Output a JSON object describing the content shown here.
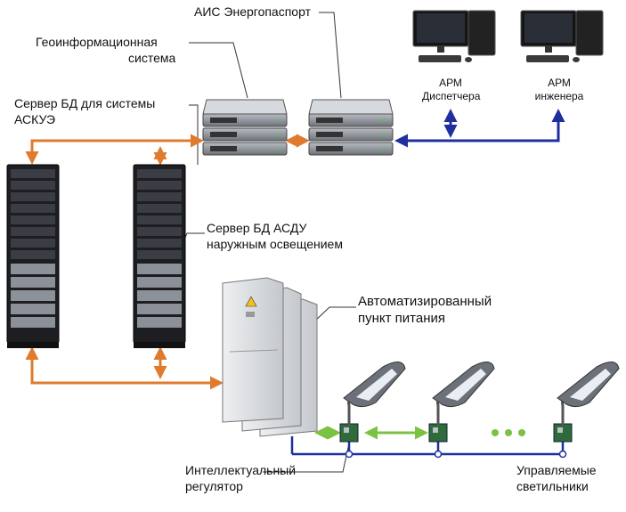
{
  "labels": {
    "ais": "АИС Энергопаспорт",
    "gis_line1": "Геоинформационная",
    "gis_line2": "система",
    "askue_line1": "Сервер БД для системы",
    "askue_line2": "АСКУЭ",
    "asdu_line1": "Сервер БД АСДУ",
    "asdu_line2": "наружным освещением",
    "app_line1": "Автоматизированный",
    "app_line2": "пункт питания",
    "regulator_line1": "Интеллектуальный",
    "regulator_line2": "регулятор",
    "lamps_line1": "Управляемые",
    "lamps_line2": "светильники",
    "arm1_line1": "АРМ",
    "arm1_line2": "Диспетчера",
    "arm2_line1": "АРМ",
    "arm2_line2": "инженера"
  },
  "colors": {
    "orange_link": "#e07b2e",
    "blue_link": "#1f2fa0",
    "green_link": "#7cc242",
    "rack": "#1e1e22",
    "cabinet": "#d9dde0"
  }
}
